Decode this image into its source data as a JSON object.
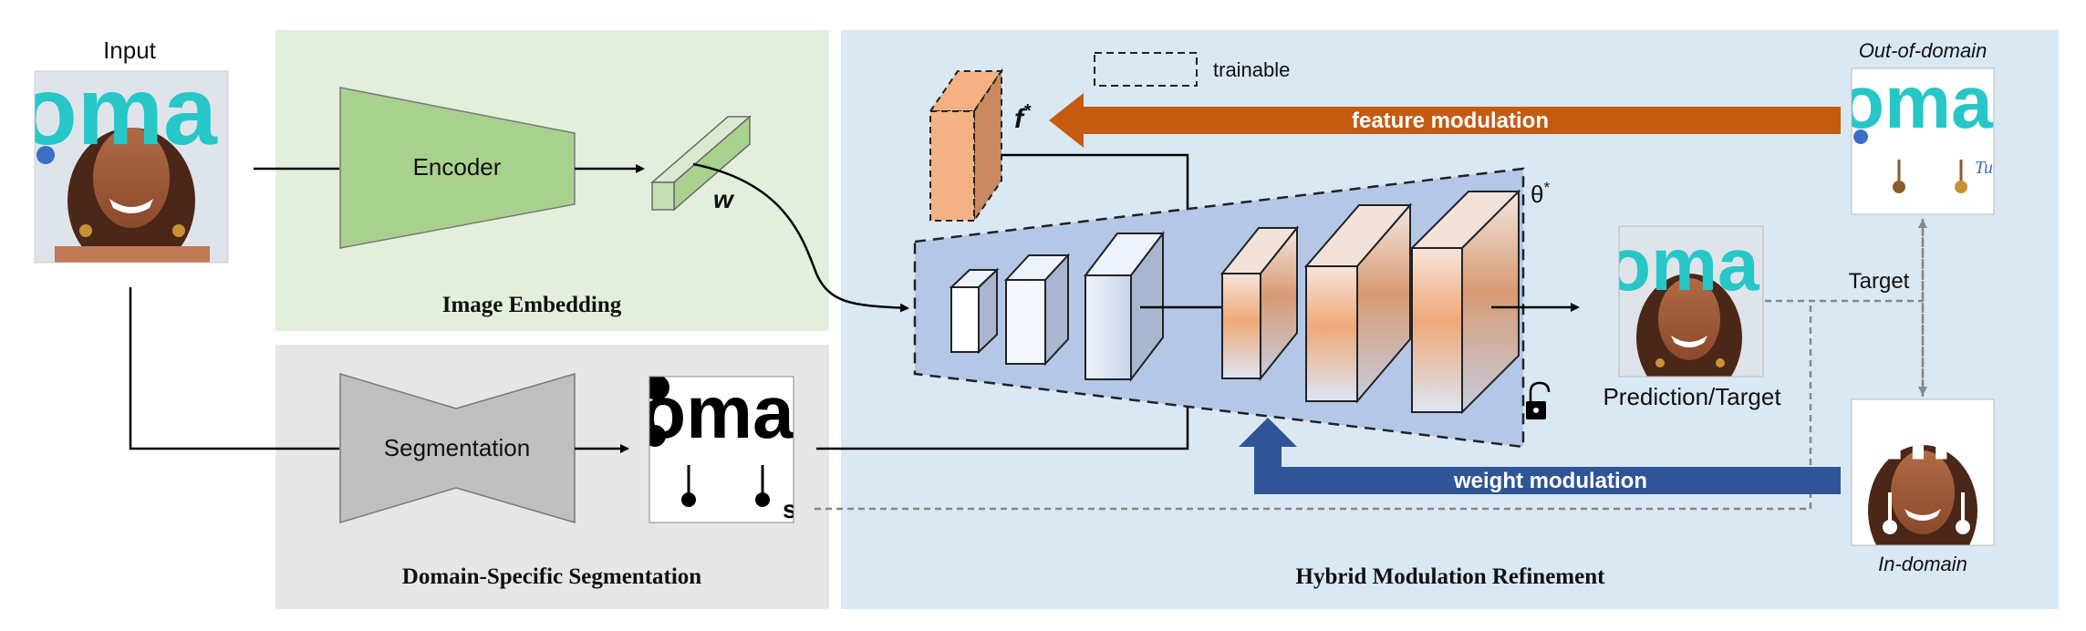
{
  "panels": {
    "image_embedding": "Image Embedding",
    "segmentation": "Domain-Specific Segmentation",
    "refinement": "Hybrid Modulation Refinement"
  },
  "labels": {
    "input": "Input",
    "encoder": "Encoder",
    "segmentation": "Segmentation",
    "w": "w",
    "f_star": "f",
    "f_star_sup": "*",
    "theta_star": "θ",
    "theta_star_sup": "*",
    "trainable": "trainable",
    "feature_modulation": "feature modulation",
    "weight_modulation": "weight modulation",
    "prediction_target": "Prediction/Target",
    "target": "Target",
    "out_of_domain": "Out-of-domain",
    "in_domain": "In-domain"
  },
  "photo_text": "oma",
  "colors": {
    "embedding_bg": "#e3efdc",
    "segmentation_bg": "#e6e6e6",
    "refinement_bg": "#dae8f4",
    "encoder_fill": "#a9d18e",
    "seg_fill": "#bfbfbf",
    "feature_arrow": "#c55a11",
    "weight_arrow": "#2f5597",
    "generator_fill": "#b4c7e7",
    "magazine_cyan": "#27c7c7"
  }
}
